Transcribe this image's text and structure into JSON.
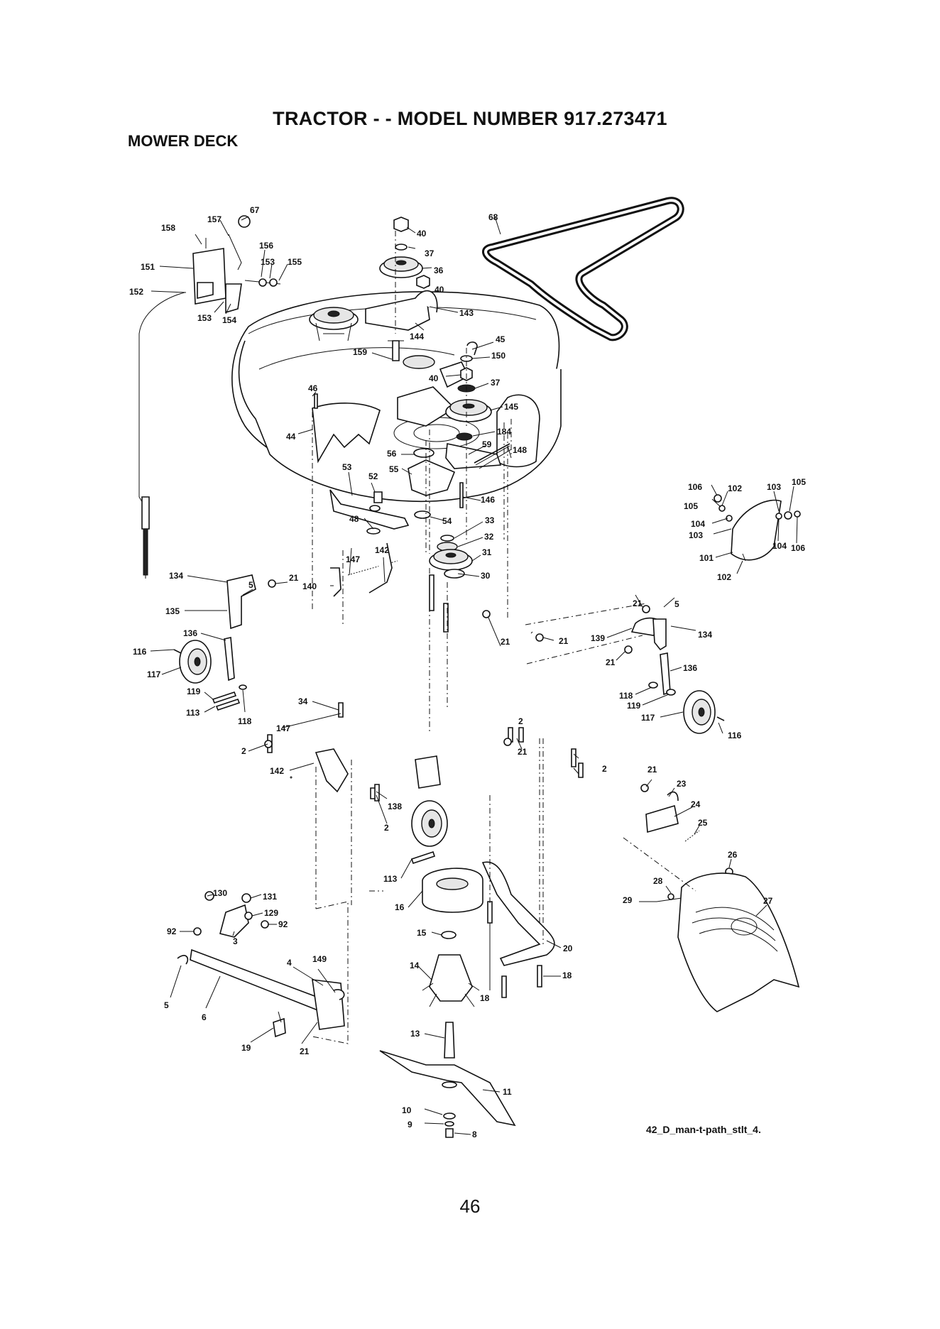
{
  "header": {
    "title": "TRACTOR - - MODEL NUMBER 917.273471",
    "subtitle": "MOWER DECK"
  },
  "footer": {
    "drawing_ref": "42_D_man-t-path_stlt_4.",
    "page_number": "46"
  },
  "callouts": [
    "67",
    "157",
    "158",
    "156",
    "153",
    "155",
    "151",
    "152",
    "153",
    "154",
    "40",
    "37",
    "36",
    "40",
    "143",
    "144",
    "159",
    "68",
    "45",
    "150",
    "40",
    "37",
    "145",
    "184",
    "59",
    "148",
    "46",
    "44",
    "56",
    "55",
    "53",
    "52",
    "48",
    "54",
    "146",
    "33",
    "32",
    "31",
    "30",
    "147",
    "142",
    "140",
    "21",
    "5",
    "134",
    "135",
    "136",
    "116",
    "117",
    "119",
    "113",
    "118",
    "34",
    "147",
    "2",
    "142",
    "138",
    "2",
    "2",
    "21",
    "2",
    "21",
    "21",
    "139",
    "21",
    "5",
    "134",
    "21",
    "136",
    "118",
    "119",
    "117",
    "116",
    "106",
    "102",
    "103",
    "105",
    "105",
    "104",
    "103",
    "101",
    "104",
    "106",
    "102",
    "21",
    "23",
    "24",
    "25",
    "26",
    "28",
    "29",
    "27",
    "113",
    "16",
    "15",
    "14",
    "13",
    "11",
    "10",
    "9",
    "8",
    "20",
    "18",
    "18",
    "130",
    "131",
    "129",
    "92",
    "92",
    "3",
    "4",
    "149",
    "5",
    "6",
    "19",
    "21"
  ]
}
